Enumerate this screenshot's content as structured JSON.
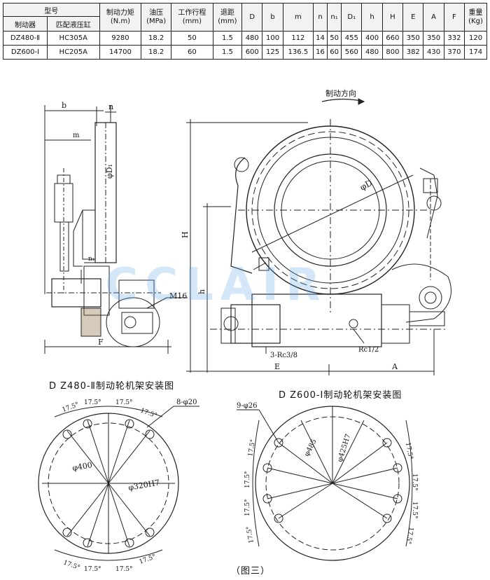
{
  "table": {
    "header": {
      "model": "型号",
      "torque": [
        "制动力矩",
        "(N.m)"
      ],
      "pressure": [
        "油压",
        "(MPa)"
      ],
      "stroke": [
        "工作行程",
        "(mm)"
      ],
      "retreat": [
        "退距",
        "(mm)"
      ],
      "D": "D",
      "b": "b",
      "m": "m",
      "n": "n",
      "n1": "n₁",
      "D1": "D₁",
      "h": "h",
      "H": "H",
      "E": "E",
      "A": "A",
      "F": "F",
      "weight": [
        "重量",
        "(Kg)"
      ],
      "brake": "制动器",
      "cylinder": "匹配液压缸"
    },
    "rows": [
      {
        "brake": "DZ480-Ⅱ",
        "cylinder": "HC305A",
        "torque": "9280",
        "pressure": "18.2",
        "stroke": "50",
        "retreat": "1.5",
        "D": "480",
        "b": "100",
        "m": "112",
        "n": "14",
        "n1": "50",
        "D1": "455",
        "h": "400",
        "H": "660",
        "E": "350",
        "A": "350",
        "F": "332",
        "weight": "120"
      },
      {
        "brake": "DZ600-Ⅰ",
        "cylinder": "HC205A",
        "torque": "14700",
        "pressure": "18.2",
        "stroke": "60",
        "retreat": "1.5",
        "D": "600",
        "b": "125",
        "m": "136.5",
        "n": "16",
        "n1": "60",
        "D1": "560",
        "h": "480",
        "H": "800",
        "E": "382",
        "A": "430",
        "F": "370",
        "weight": "174"
      }
    ]
  },
  "drawing": {
    "direction_label": "制动方向",
    "phiD": "φD",
    "phiD1": "φD₁",
    "b": "b",
    "n": "n",
    "m": "m",
    "n1": "n₁",
    "F": "F",
    "H": "H",
    "h": "h",
    "E": "E",
    "A": "A",
    "m16": "M16",
    "rc38": "3-Rc3/8",
    "rc12": "Rc1/2",
    "watermark": "CCLAIR",
    "caption_left": "D Z480-Ⅱ制动轮机架安装图",
    "caption_right": "D Z600-Ⅰ制动轮机架安装图",
    "left_circle": {
      "holes": "8-φ20",
      "outer": "φ400",
      "bolt": "φ320H7",
      "angle": "17.5°"
    },
    "right_circle": {
      "holes": "9-φ26",
      "outer": "φ485",
      "bolt": "φ425H7",
      "angle": "17.5°"
    },
    "figure_label": "（图三）"
  }
}
